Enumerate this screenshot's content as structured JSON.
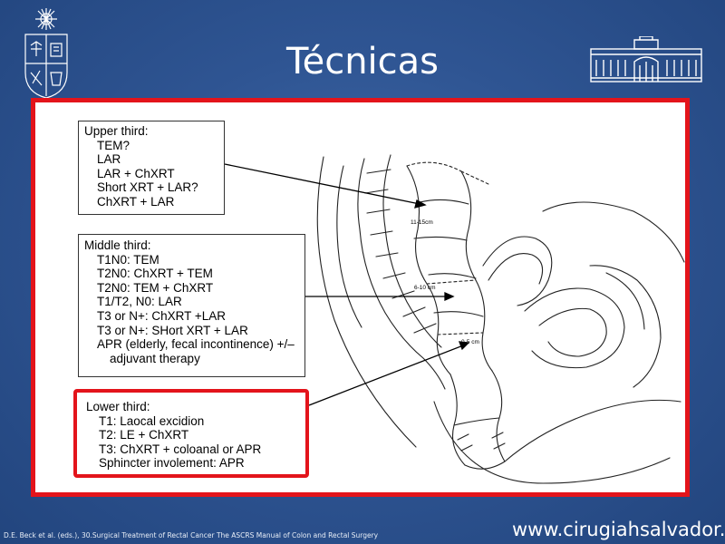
{
  "slide": {
    "title": "Técnicas",
    "citation": "D.E. Beck et al. (eds.), 30.Surgical Treatment of Rectal Cancer The ASCRS Manual of Colon and Rectal Surgery",
    "website": "www.cirugiahsalvador.cl"
  },
  "diagram": {
    "upper": {
      "heading": "Upper third:",
      "items": [
        "TEM?",
        "LAR",
        "LAR + ChXRT",
        "Short XRT + LAR?",
        "ChXRT + LAR"
      ]
    },
    "middle": {
      "heading": "Middle third:",
      "items": [
        "T1N0: TEM",
        "T2N0: ChXRT + TEM",
        "T2N0: TEM + ChXRT",
        "T1/T2, N0: LAR",
        "T3 or N+: ChXRT +LAR",
        "T3 or N+: SHort XRT + LAR",
        "APR (elderly, fecal incontinence) +/–"
      ],
      "continuation": "adjuvant therapy"
    },
    "lower": {
      "heading": "Lower third:",
      "items": [
        "T1: Laocal excidion",
        "T2: LE + ChXRT",
        "T3: ChXRT + coloanal or APR",
        "Sphincter involement: APR"
      ]
    },
    "anatomy_labels": {
      "upper": "11-15cm",
      "middle": "6-10 cm",
      "lower": "0-5 cm"
    }
  },
  "colors": {
    "background": "#2f5593",
    "frame": "#e3141b",
    "title_text": "#ffffff"
  }
}
